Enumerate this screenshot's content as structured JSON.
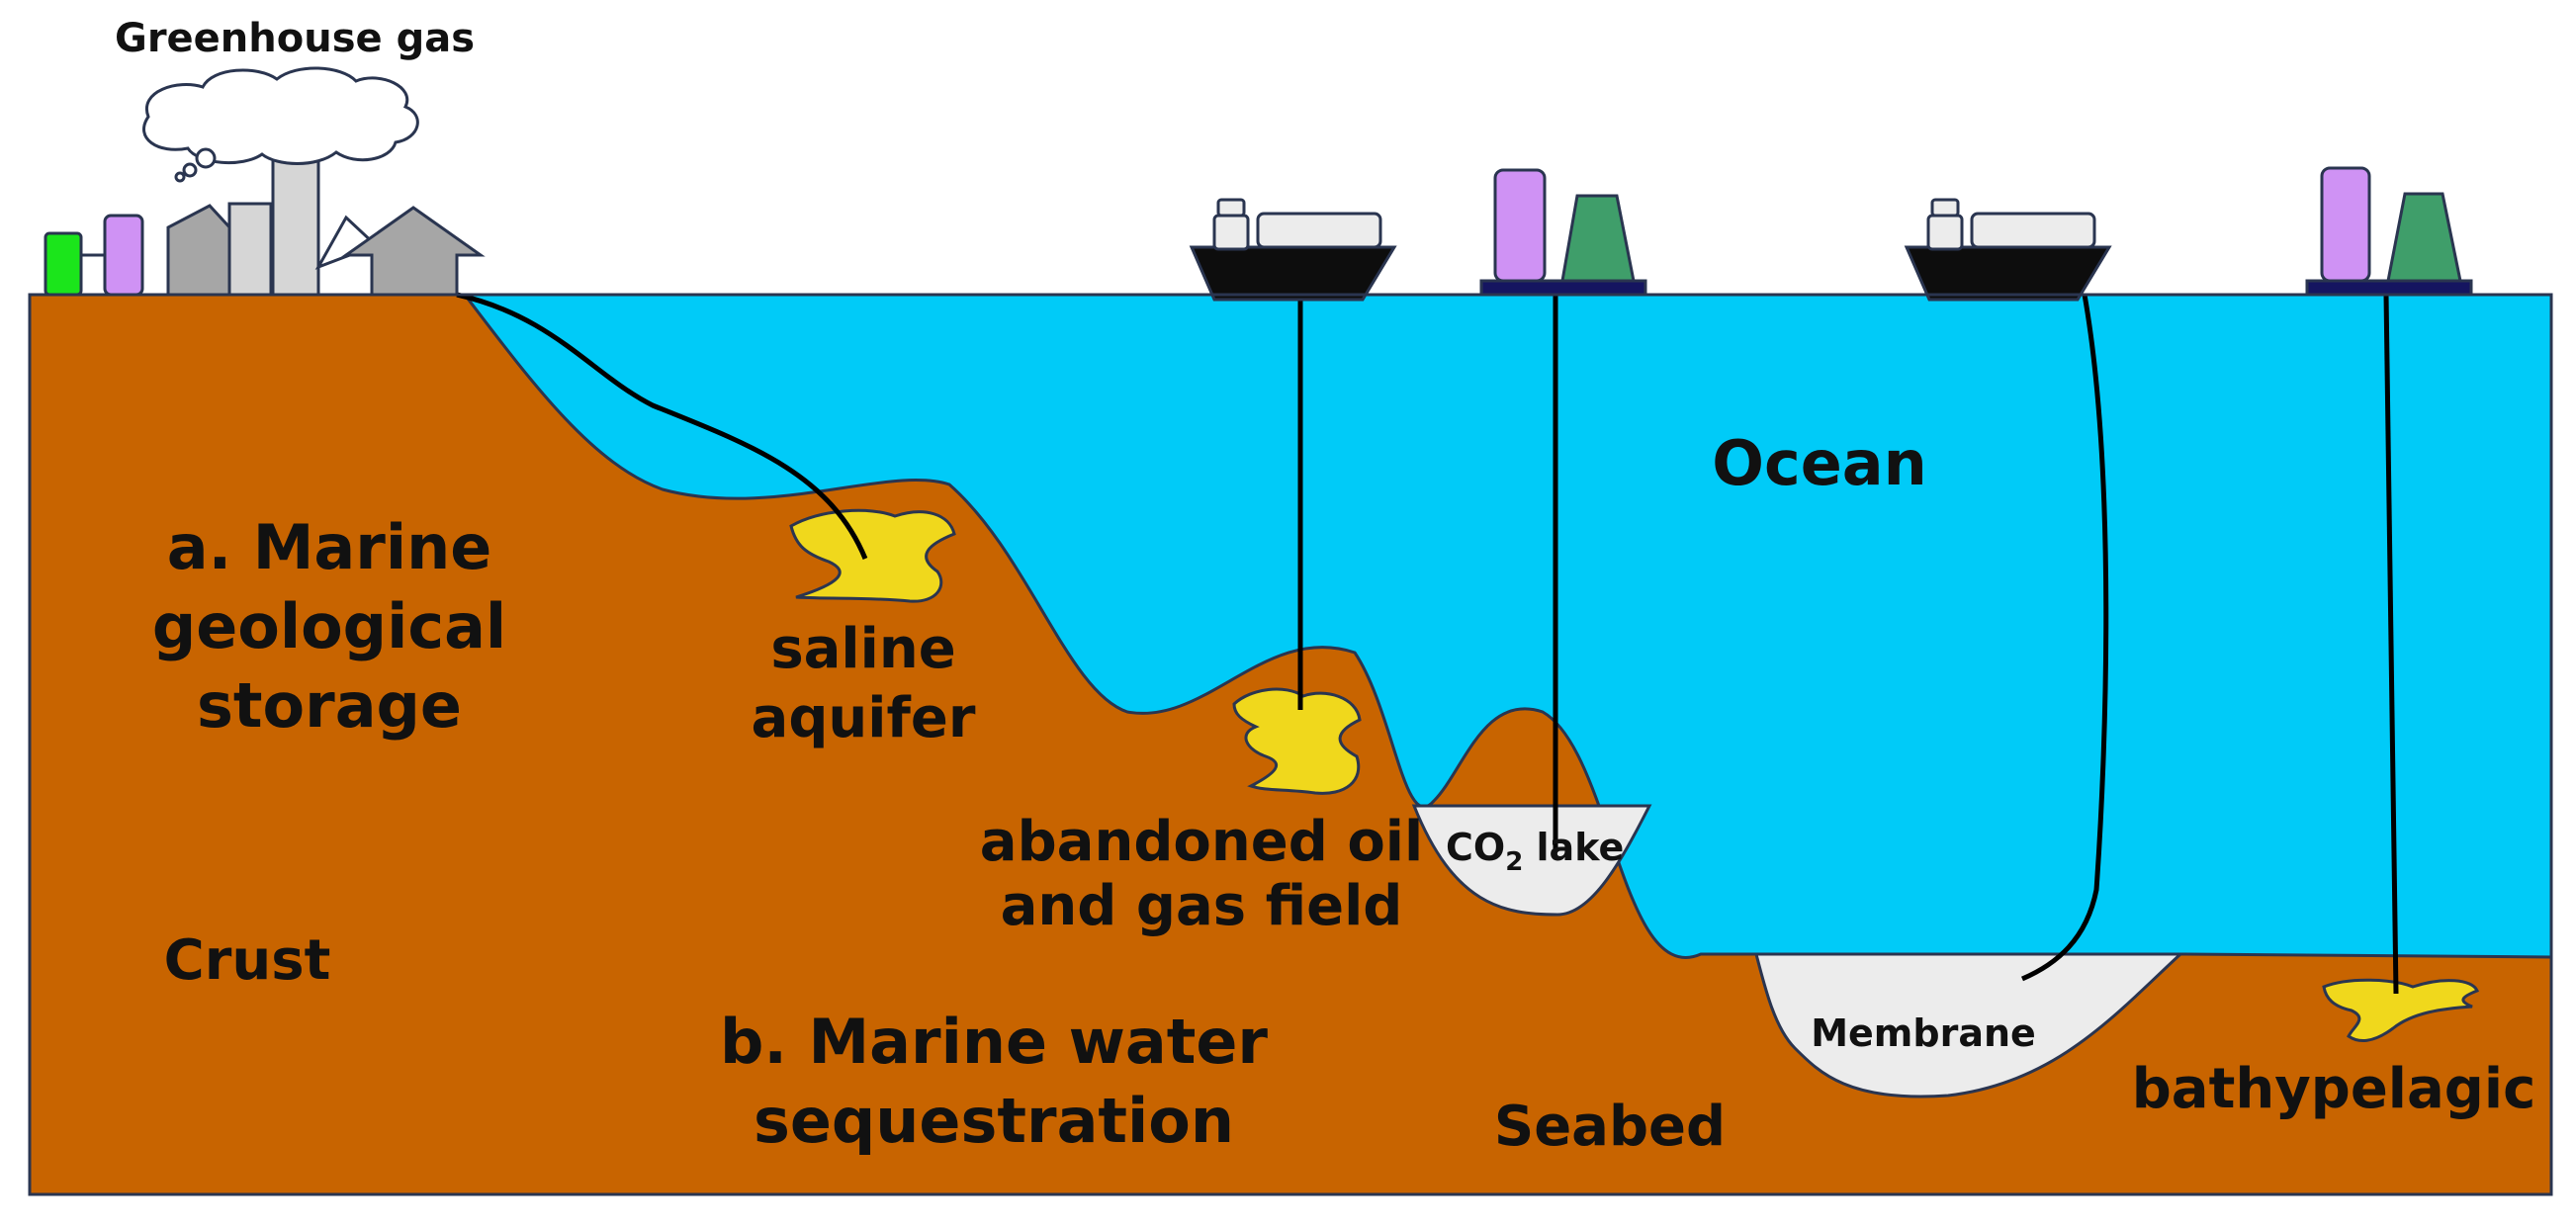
{
  "labels": {
    "greenhouse_gas": "Greenhouse gas",
    "ocean": "Ocean",
    "marine_geological_storage_line1": "a. Marine",
    "marine_geological_storage_line2": "geological",
    "marine_geological_storage_line3": "storage",
    "saline_aquifer_line1": "saline",
    "saline_aquifer_line2": "aquifer",
    "abandoned_field_line1": "abandoned oil",
    "abandoned_field_line2": "and gas field",
    "co2_lake_prefix": "CO",
    "co2_lake_subscript": "2",
    "co2_lake_suffix": " lake",
    "crust": "Crust",
    "marine_water_sequestration_line1": "b. Marine water",
    "marine_water_sequestration_line2": "sequestration",
    "seabed": "Seabed",
    "membrane": "Membrane",
    "bathypelagic": "bathypelagic"
  },
  "colors": {
    "ocean": "#00cbf8",
    "crust": "#c86400",
    "reservoir": "#f0d81c",
    "lake": "#ececec",
    "ship_hull": "#0d0d0d",
    "platform_deck": "#151560",
    "tank_purple": "#cf92f4",
    "tower_green": "#3f9e6a",
    "tank_green": "#1be51b",
    "building_gray": "#a6a6a6",
    "building_light": "#d6d6d6"
  }
}
